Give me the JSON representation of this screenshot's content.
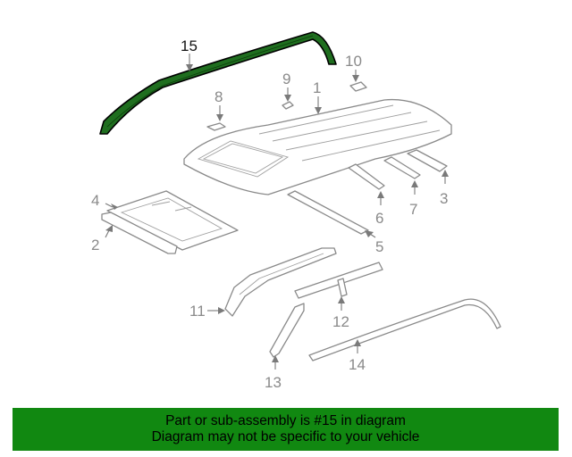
{
  "callouts": {
    "p1": "1",
    "p2": "2",
    "p3": "3",
    "p4": "4",
    "p5": "5",
    "p6": "6",
    "p7": "7",
    "p8": "8",
    "p9": "9",
    "p10": "10",
    "p11": "11",
    "p12": "12",
    "p13": "13",
    "p14": "14",
    "p15": "15"
  },
  "highlighted_part": "15",
  "banner": {
    "line1": "Part or sub-assembly is #15 in diagram",
    "line2": "Diagram may not be specific to your vehicle"
  },
  "colors": {
    "banner_bg": "#118811",
    "highlight_fill": "#1f6e1f",
    "part_stroke": "#8a8a8a"
  }
}
